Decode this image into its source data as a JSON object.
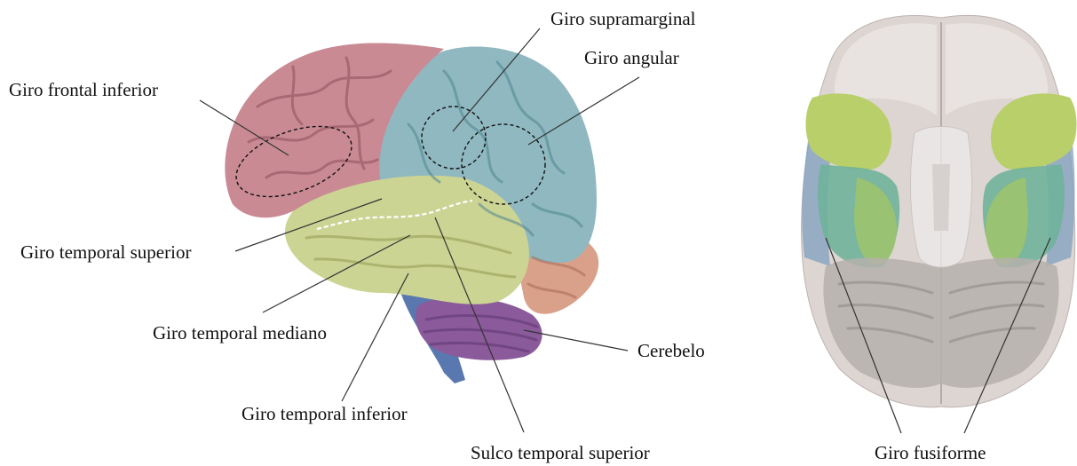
{
  "labels": {
    "frontal_inferior": "Giro frontal inferior",
    "supramarginal": "Giro supramarginal",
    "angular": "Giro angular",
    "temporal_superior": "Giro temporal superior",
    "temporal_mediano": "Giro temporal mediano",
    "cerebelo": "Cerebelo",
    "temporal_inferior": "Giro temporal inferior",
    "sulco_temporal_superior": "Sulco temporal superior",
    "fusiforme": "Giro fusiforme"
  },
  "colors": {
    "frontal": "#c98a94",
    "parietal": "#8fb8c0",
    "temporal": "#ccd494",
    "occipital": "#d9a08a",
    "cerebellum": "#8a5a9a",
    "brainstem": "#5a78b0",
    "ventral_base": "#ddd5d2",
    "ventral_green": "#9fc46a",
    "ventral_teal": "#6fb39a",
    "ventral_blue": "#7f9fbf"
  }
}
